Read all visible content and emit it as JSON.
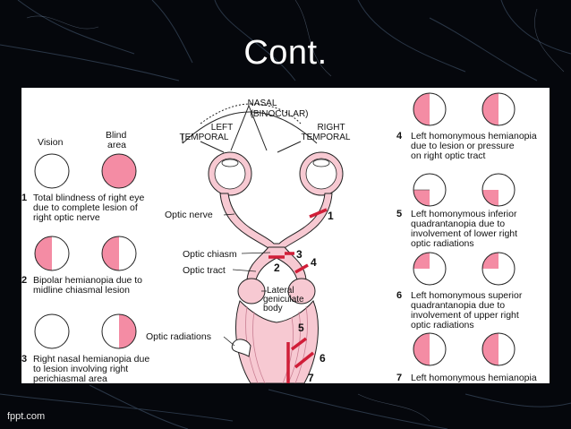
{
  "slide": {
    "title": "Cont.",
    "footer": "fppt.com"
  },
  "colors": {
    "pink": "#f48ca4",
    "light_pink": "#f7c9d2",
    "red": "#d01e38",
    "dark_bg": "#05070c"
  },
  "diagram": {
    "header_vision": "Vision",
    "header_blind_1": "Blind",
    "header_blind_2": "area",
    "nasal_1": "NASAL",
    "nasal_2": "(BINOCULAR)",
    "left_temporal_1": "LEFT",
    "left_temporal_2": "TEMPORAL",
    "right_temporal_1": "RIGHT",
    "right_temporal_2": "TEMPORAL",
    "labels": {
      "optic_nerve": "Optic nerve",
      "optic_chiasm": "Optic chiasm",
      "optic_tract": "Optic tract",
      "lateral_1": "Lateral",
      "lateral_2": "geniculate",
      "lateral_3": "body",
      "optic_radiations": "Optic radiations"
    },
    "lesion_numbers": [
      "1",
      "2",
      "3",
      "4",
      "5",
      "6",
      "7"
    ],
    "left_items": [
      {
        "num": "1",
        "lines": [
          "Total blindness of right eye",
          "due to complete lesion of",
          "right optic nerve"
        ]
      },
      {
        "num": "2",
        "lines": [
          "Bipolar hemianopia due to",
          "midline chiasmal lesion"
        ]
      },
      {
        "num": "3",
        "lines": [
          "Right nasal hemianopia due",
          "to lesion involving right",
          "perichiasmal area"
        ]
      }
    ],
    "right_items": [
      {
        "num": "4",
        "lines": [
          "Left homonymous hemianopia",
          "due to lesion or pressure",
          "on right optic tract"
        ]
      },
      {
        "num": "5",
        "lines": [
          "Left homonymous inferior",
          "quadrantanopia due to",
          "involvement of lower right",
          "optic radiations"
        ]
      },
      {
        "num": "6",
        "lines": [
          "Left homonymous superior",
          "quadrantanopia due to",
          "involvement of upper right",
          "optic radiations"
        ]
      },
      {
        "num": "7",
        "lines": [
          "Left homonymous hemianopia"
        ]
      }
    ]
  }
}
